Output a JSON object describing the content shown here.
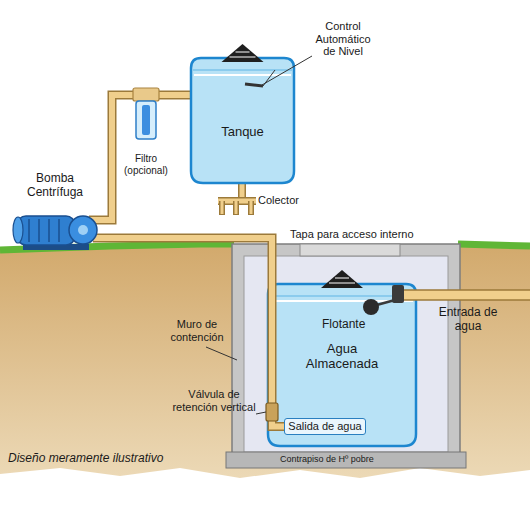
{
  "diagram": {
    "nodes": [
      {
        "text": [
          "Filtro (opcional)"
        ]
      },
      {
        "text": [
          "Tanque"
        ]
      },
      {
        "text": [
          "Bomba Centrífuga"
        ]
      },
      {
        "text": [
          "Agua Almacenada"
        ]
      },
      {
        "text": [
          "Salida de agua"
        ],
        "in": 3
      }
    ],
    "edges": [
      {
        "from": 4,
        "to": 2,
        "arrow": "none"
      },
      {
        "from": 2,
        "to": 0,
        "arrow": "none"
      },
      {
        "from": 0,
        "to": 1,
        "arrow": "none"
      }
    ],
    "labels": [
      "Control Automático de Nivel",
      "Colector",
      "Tapa para acceso interno",
      "Muro de contención",
      "Flotante",
      "Entrada de agua",
      "Válvula de retención vertical",
      "Contrapiso de Hº pobre",
      "Diseño meramente ilustrativo"
    ]
  }
}
